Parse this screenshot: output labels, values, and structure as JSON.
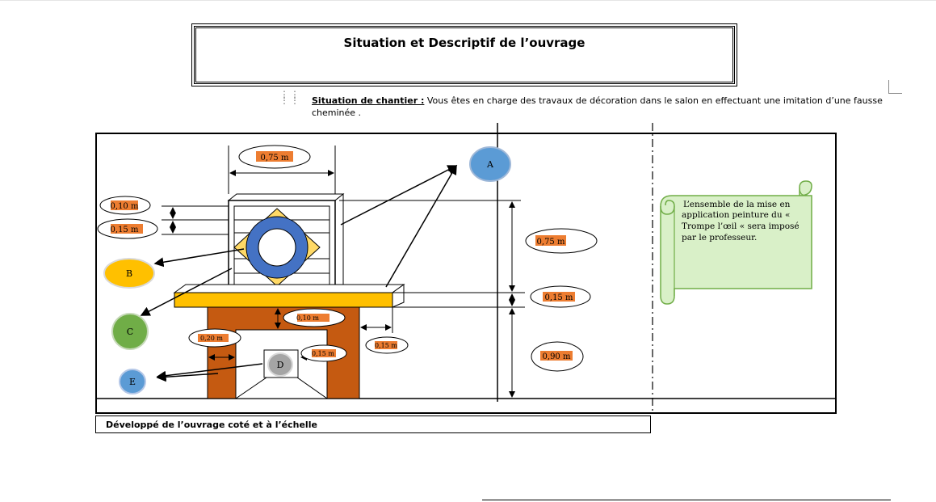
{
  "header": {
    "title": "Situation et Descriptif de l’ouvrage"
  },
  "situation": {
    "label": "Situation de chantier :",
    "text": " Vous êtes en charge des travaux de décoration dans le salon en effectuant une imitation d’une fausse cheminée ."
  },
  "drawing": {
    "dimensions": {
      "width_top": "0,75 m",
      "band_top": "0,10 m",
      "band_second": "0,15 m",
      "height_upper": "0,75 m",
      "mantel_height": "0,15 m",
      "height_lower": "0,90 m",
      "lintel": "0,10 m",
      "pillar_left": "0,20 m",
      "opening_step": "0,15 m",
      "mantel_overhang": "0,15 m"
    },
    "markers": {
      "a": "A",
      "b": "B",
      "c": "C",
      "d": "D",
      "e": "E"
    },
    "colors": {
      "marker_a": "#5b9bd5",
      "marker_b": "#ffc000",
      "marker_c": "#70ad47",
      "marker_d": "#a5a5a5",
      "marker_e": "#5b9bd5",
      "mantel": "#ffc000",
      "chimney": "#c55a11",
      "ring": "#4472c4",
      "diamond": "#ffd966",
      "dimension_label": "#ed7d31",
      "scroll_fill": "#d9f0c8",
      "scroll_stroke": "#70ad47"
    },
    "note": {
      "lines": [
        "L’ensemble de la mise en",
        "application peinture du «",
        "Trompe l’œil « sera imposé",
        "par le professeur."
      ]
    }
  },
  "caption": {
    "text": "Développé de l’ouvrage coté et à l’échelle"
  }
}
